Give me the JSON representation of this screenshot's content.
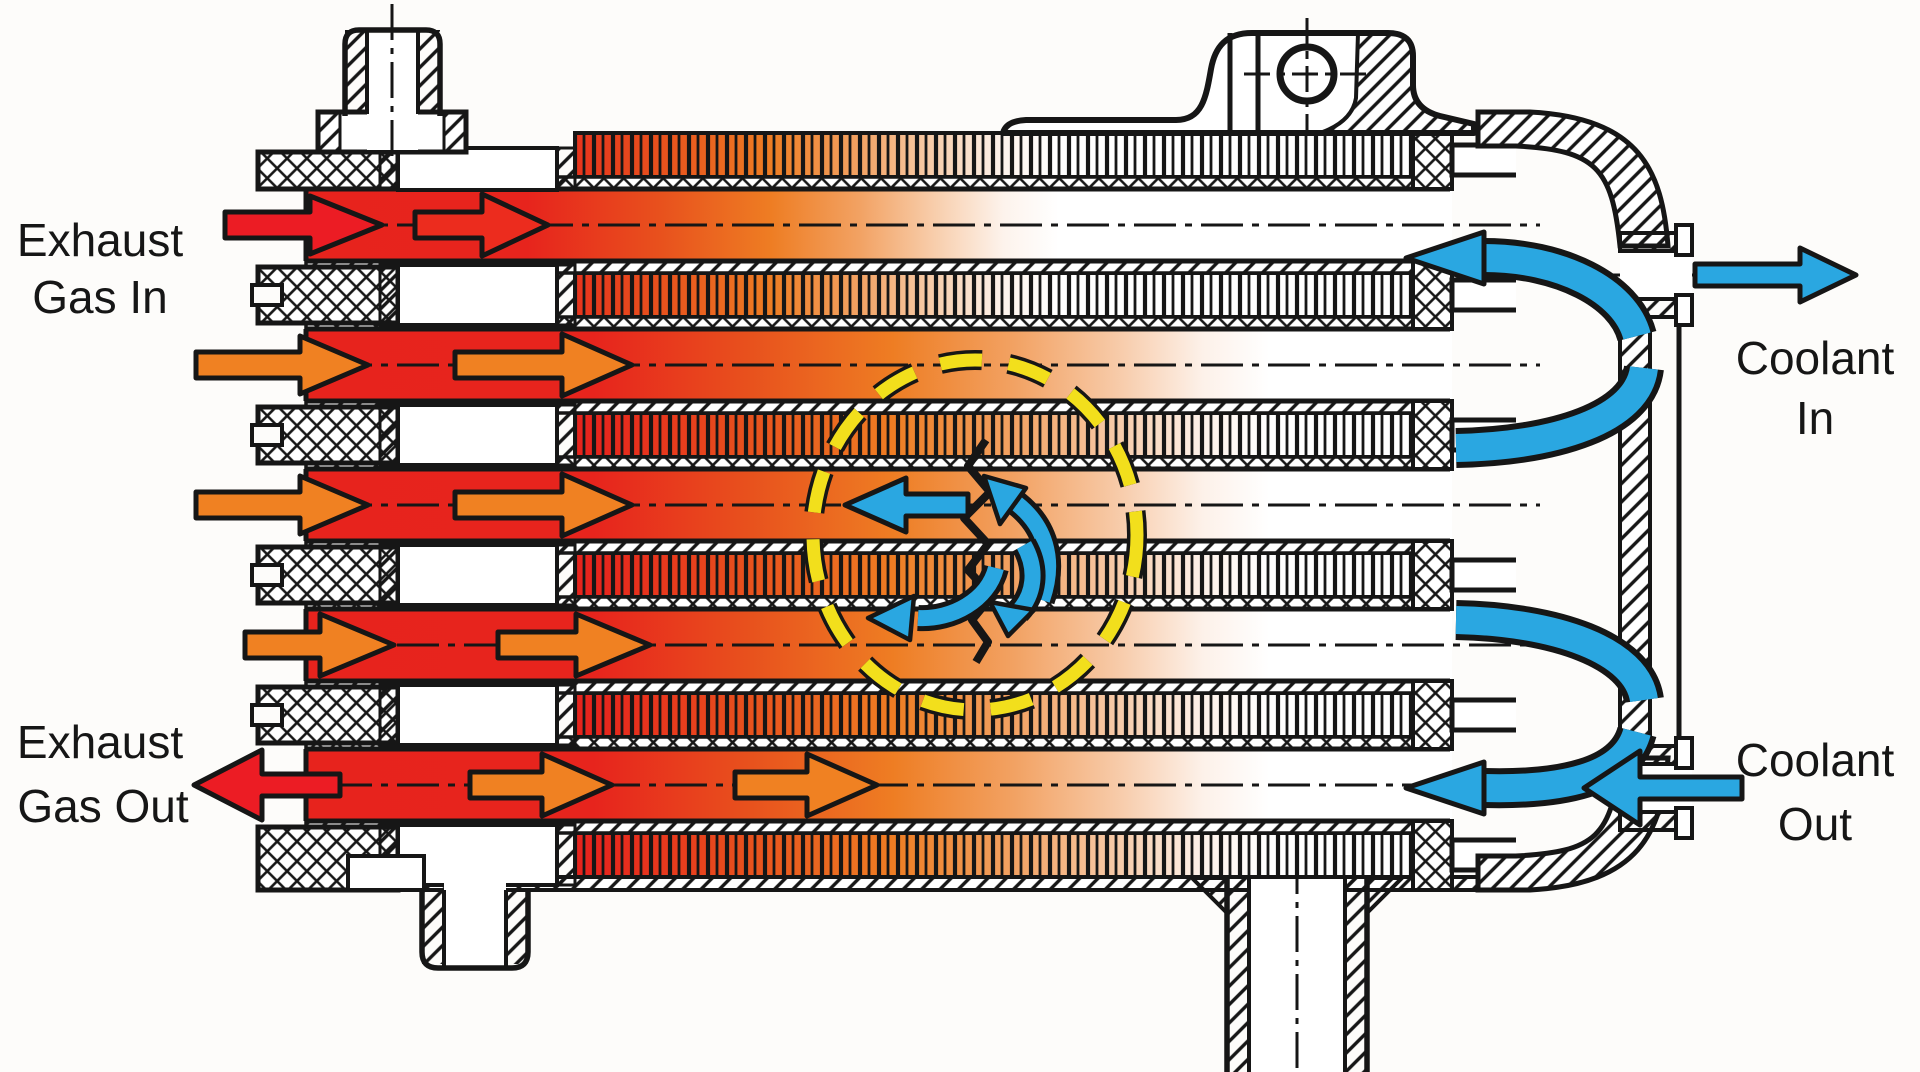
{
  "labels": {
    "exhaust_gas_in": {
      "line1": "Exhaust",
      "line2": "Gas In"
    },
    "exhaust_gas_out": {
      "line1": "Exhaust",
      "line2": "Gas Out"
    },
    "coolant_in": {
      "line1": "Coolant",
      "line2": "In"
    },
    "coolant_out": {
      "line1": "Coolant",
      "line2": "Out"
    }
  },
  "colors": {
    "exhaust_hot_red": "#e7231d",
    "exhaust_warm_orange": "#f08122",
    "coolant_blue": "#2aa7e1",
    "highlight_yellow": "#f2df1c",
    "line_black": "#161616",
    "background": "#fdfcfa"
  },
  "flow_arrows": [
    {
      "name": "exhaust-gas-in-arrow",
      "direction": "right",
      "color": "red"
    },
    {
      "name": "exhaust-tube1-inner-arrow",
      "direction": "right",
      "color": "red"
    },
    {
      "name": "exhaust-tube2-entry-arrow",
      "direction": "right",
      "color": "orange"
    },
    {
      "name": "exhaust-tube2-inner-arrow",
      "direction": "right",
      "color": "orange"
    },
    {
      "name": "exhaust-tube3-entry-arrow",
      "direction": "right",
      "color": "orange"
    },
    {
      "name": "exhaust-tube3-inner-arrow",
      "direction": "right",
      "color": "orange"
    },
    {
      "name": "exhaust-tube4-entry-arrow",
      "direction": "right",
      "color": "orange"
    },
    {
      "name": "exhaust-tube4-inner-arrow",
      "direction": "right",
      "color": "orange"
    },
    {
      "name": "exhaust-gas-out-arrow",
      "direction": "left",
      "color": "red"
    },
    {
      "name": "exhaust-tube5-inner-arrow-1",
      "direction": "right",
      "color": "orange"
    },
    {
      "name": "exhaust-tube5-inner-arrow-2",
      "direction": "right",
      "color": "orange"
    },
    {
      "name": "coolant-in-arrow",
      "direction": "right",
      "color": "blue"
    },
    {
      "name": "coolant-out-arrow",
      "direction": "left",
      "color": "blue"
    },
    {
      "name": "coolant-uturn-top-arrow",
      "direction": "left",
      "color": "blue"
    },
    {
      "name": "coolant-uturn-bottom-arrow",
      "direction": "left",
      "color": "blue"
    },
    {
      "name": "leak-arrow-left",
      "direction": "left",
      "color": "blue"
    },
    {
      "name": "leak-arrow-up-into-crack",
      "direction": "up-left",
      "color": "blue"
    },
    {
      "name": "leak-arrow-down-left",
      "direction": "down-left",
      "color": "blue"
    },
    {
      "name": "leak-arrow-down",
      "direction": "down",
      "color": "blue"
    }
  ],
  "annotations": {
    "failure_highlight_shape": "dashed-ellipse",
    "failure_feature": "crack"
  }
}
